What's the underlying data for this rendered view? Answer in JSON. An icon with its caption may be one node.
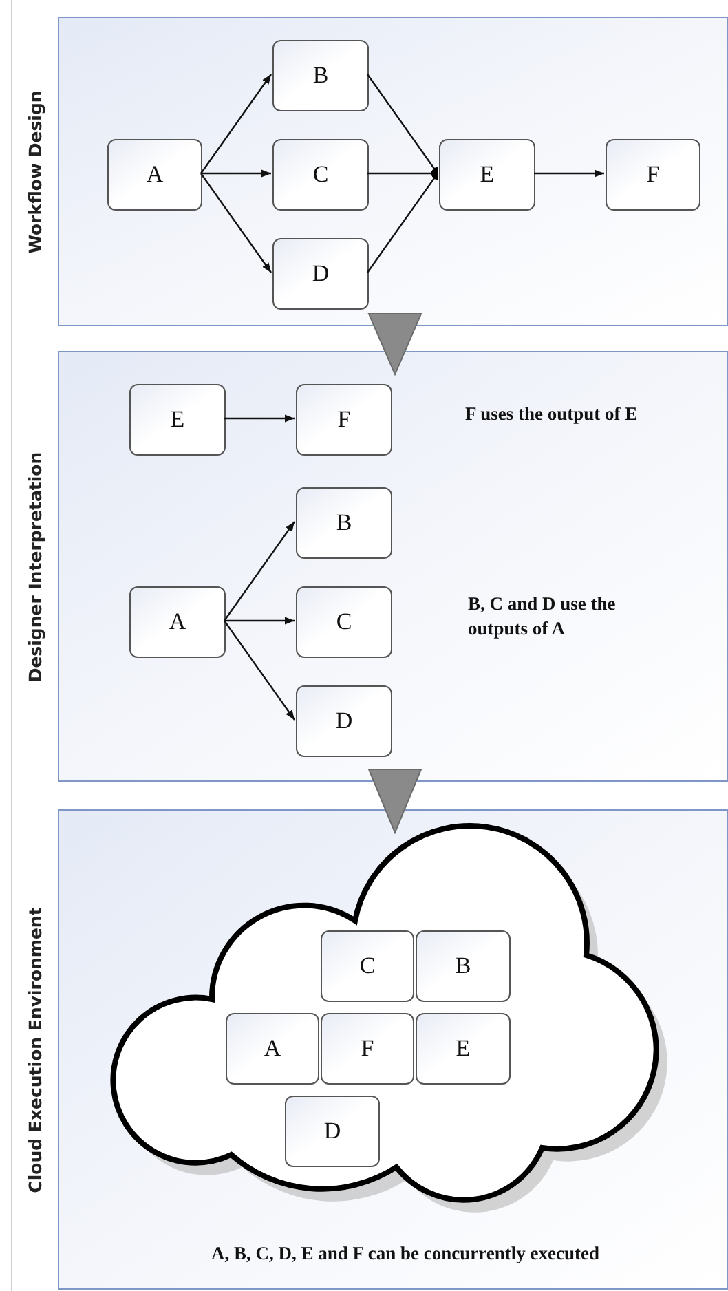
{
  "diagram": {
    "nodes": [
      {
        "text": [
          "Workflow Design"
        ]
      },
      {
        "text": [
          "A"
        ],
        "in": 0
      },
      {
        "text": [
          "B"
        ],
        "in": 0
      },
      {
        "text": [
          "C"
        ],
        "in": 0
      },
      {
        "text": [
          "D"
        ],
        "in": 0
      },
      {
        "text": [
          "E"
        ],
        "in": 0
      },
      {
        "text": [
          "F"
        ],
        "in": 0
      },
      {
        "text": [
          "Designer Interpretation"
        ]
      },
      {
        "text": [
          "E"
        ],
        "in": 7
      },
      {
        "text": [
          "F"
        ],
        "in": 7
      },
      {
        "text": [
          "A"
        ],
        "in": 7
      },
      {
        "text": [
          "B"
        ],
        "in": 7
      },
      {
        "text": [
          "C"
        ],
        "in": 7
      },
      {
        "text": [
          "D"
        ],
        "in": 7
      },
      {
        "text": [
          "Cloud Execution Environment"
        ]
      },
      {
        "text": [],
        "shape": "cloud",
        "in": 14
      },
      {
        "text": [
          "C"
        ],
        "in": 15
      },
      {
        "text": [
          "B"
        ],
        "in": 15
      },
      {
        "text": [
          "A"
        ],
        "in": 15
      },
      {
        "text": [
          "F"
        ],
        "in": 15
      },
      {
        "text": [
          "E"
        ],
        "in": 15
      },
      {
        "text": [
          "D"
        ],
        "in": 15
      }
    ],
    "edges": [
      {
        "from": 1,
        "to": 2,
        "arrow": "to"
      },
      {
        "from": 1,
        "to": 3,
        "arrow": "to"
      },
      {
        "from": 1,
        "to": 4,
        "arrow": "to"
      },
      {
        "from": 2,
        "to": 5,
        "arrow": "other"
      },
      {
        "from": 3,
        "to": 5,
        "arrow": "other"
      },
      {
        "from": 4,
        "to": 5,
        "arrow": "other"
      },
      {
        "from": 5,
        "to": 6,
        "arrow": "to"
      },
      {
        "from": 0,
        "to": 7,
        "arrow": "to"
      },
      {
        "from": 8,
        "to": 9,
        "arrow": "to"
      },
      {
        "from": 10,
        "to": 11,
        "arrow": "to"
      },
      {
        "from": 10,
        "to": 12,
        "arrow": "to"
      },
      {
        "from": 10,
        "to": 13,
        "arrow": "to"
      },
      {
        "from": 7,
        "to": 14,
        "arrow": "to"
      }
    ],
    "labels": [
      "F uses the output of E",
      "B, C and D use the outputs of A",
      "A, B, C, D, E and F can be concurrently executed"
    ]
  }
}
